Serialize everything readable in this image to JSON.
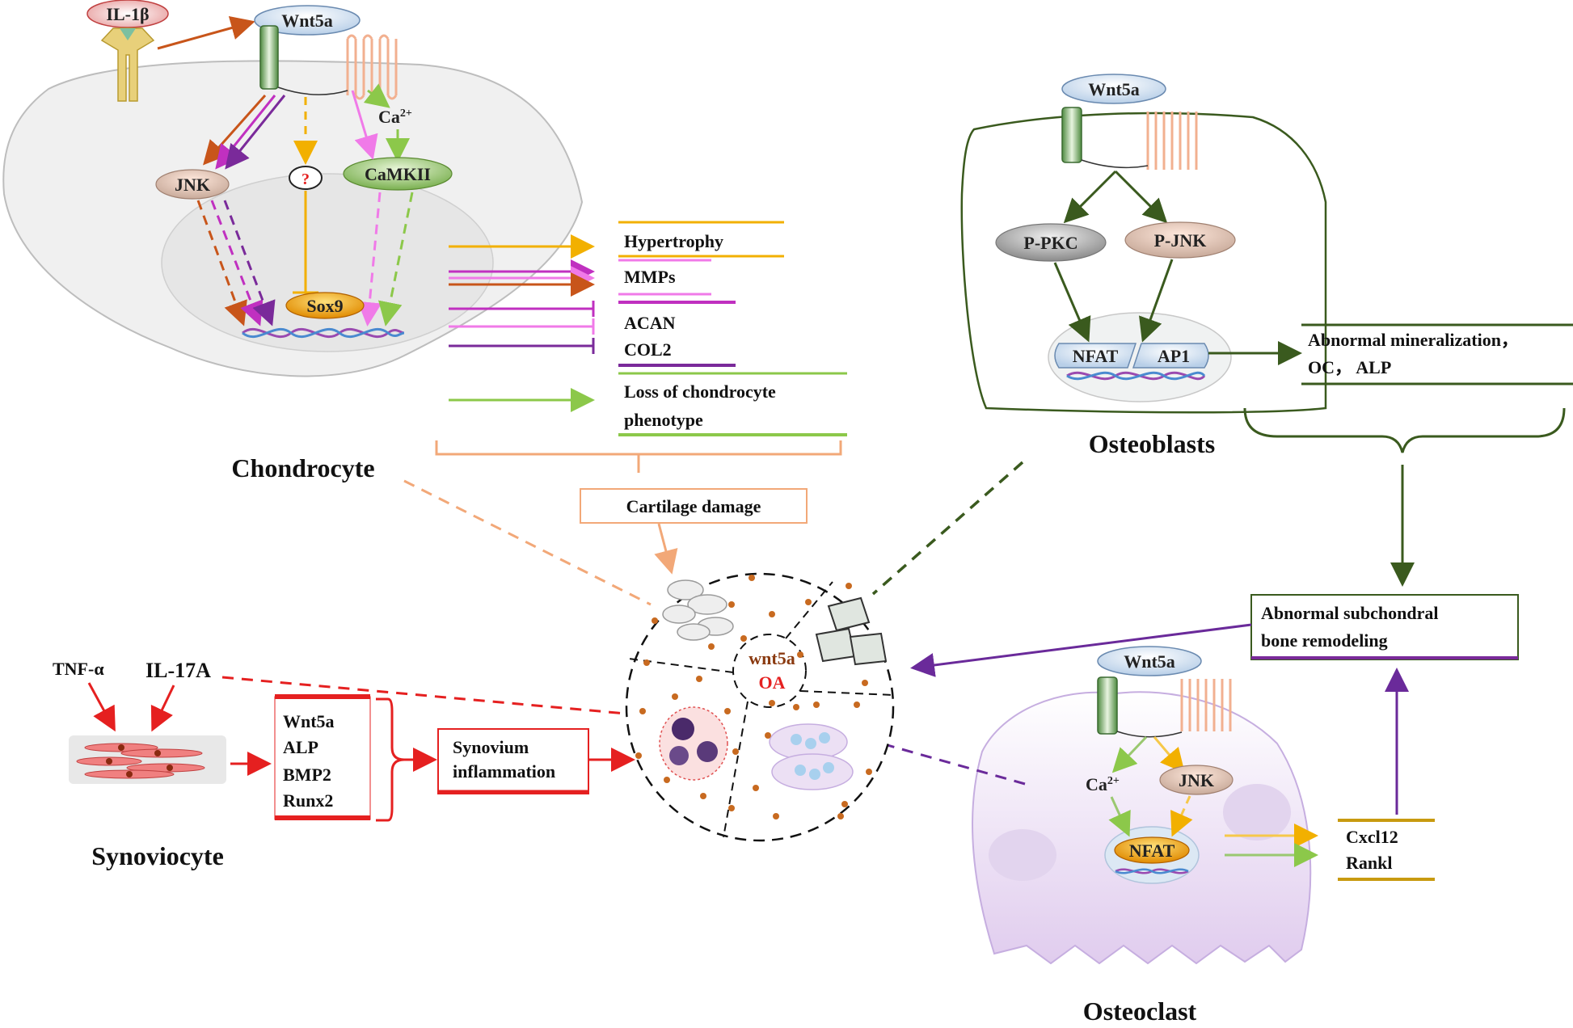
{
  "chondrocyte": {
    "title": "Chondrocyte",
    "ligand": "IL-1β",
    "receptor_ligand": "Wnt5a",
    "calcium": "Ca",
    "calcium_sup": "2+",
    "jnk": "JNK",
    "unknown": "?",
    "camkii": "CaMKII",
    "sox9": "Sox9",
    "outcomes": [
      "Hypertrophy",
      "MMPs",
      "ACAN",
      "COL2",
      "Loss of chondrocyte",
      "phenotype"
    ],
    "summary": "Cartilage damage"
  },
  "osteoblast": {
    "title": "Osteoblasts",
    "ligand": "Wnt5a",
    "ppkc": "P-PKC",
    "pjnk": "P-JNK",
    "nfat": "NFAT",
    "ap1": "AP1",
    "outcome_line1": "Abnormal mineralization，",
    "outcome_line2": "OC，  ALP"
  },
  "osteoclast": {
    "title": "Osteoclast",
    "ligand": "Wnt5a",
    "calcium": "Ca",
    "calcium_sup": "2+",
    "jnk": "JNK",
    "nfat": "NFAT",
    "outcomes": [
      "Cxcl12",
      "Rankl"
    ]
  },
  "remodeling": {
    "line1": "Abnormal subchondral",
    "line2": "bone remodeling"
  },
  "synoviocyte": {
    "title": "Synoviocyte",
    "stim1": "TNF-α",
    "stim2": "IL-17A",
    "markers": [
      "Wnt5a",
      "ALP",
      "BMP2",
      "Runx2"
    ],
    "inflammation_line1": "Synovium",
    "inflammation_line2": "inflammation"
  },
  "center": {
    "line1": "wnt5a",
    "line2": "OA"
  },
  "colors": {
    "il1b": "#c8551a",
    "magenta": "#c030c0",
    "purple": "#7a2a9a",
    "orange": "#f2b000",
    "pink": "#f07ae8",
    "green_light": "#8cc84a",
    "dark_green": "#3a5a1e",
    "red": "#e52020",
    "peach": "#f2a878",
    "osteoclast_purple": "#7a2a9a"
  }
}
